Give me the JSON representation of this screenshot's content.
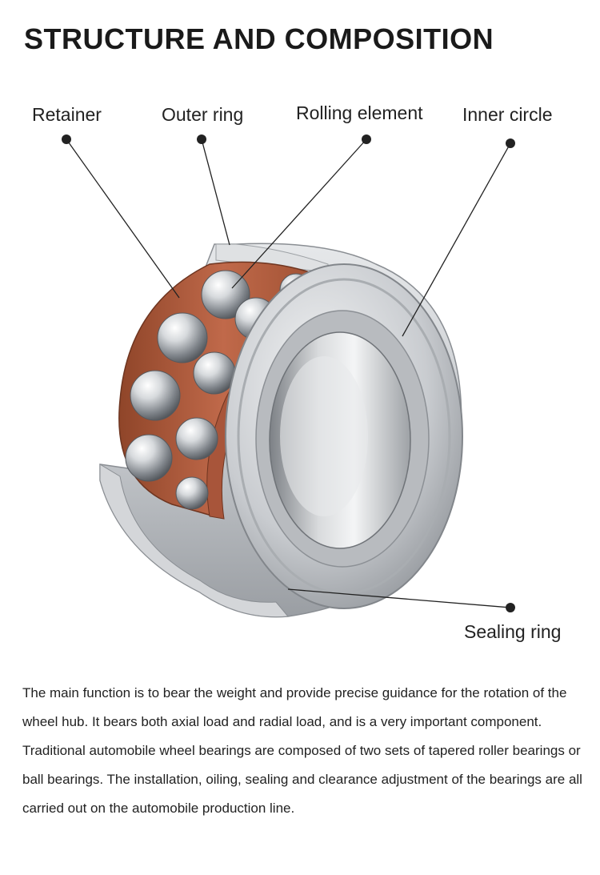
{
  "page": {
    "title": "STRUCTURE AND COMPOSITION",
    "description": "The main function is to bear the weight and provide precise guidance for the rotation of the wheel hub. It bears both axial load and radial load, and is a very important component. Traditional automobile wheel bearings are composed of two sets of tapered roller bearings or ball bearings. The installation, oiling, sealing and clearance adjustment of the bearings are all carried out on the automobile production line."
  },
  "labels": {
    "retainer": "Retainer",
    "outer_ring": "Outer ring",
    "rolling_element": "Rolling element",
    "inner_circle": "Inner circle",
    "sealing_ring": "Sealing ring"
  },
  "colors": {
    "steel": "#c9ccd0",
    "retainer": "#b5603f",
    "leader": "#222222"
  }
}
